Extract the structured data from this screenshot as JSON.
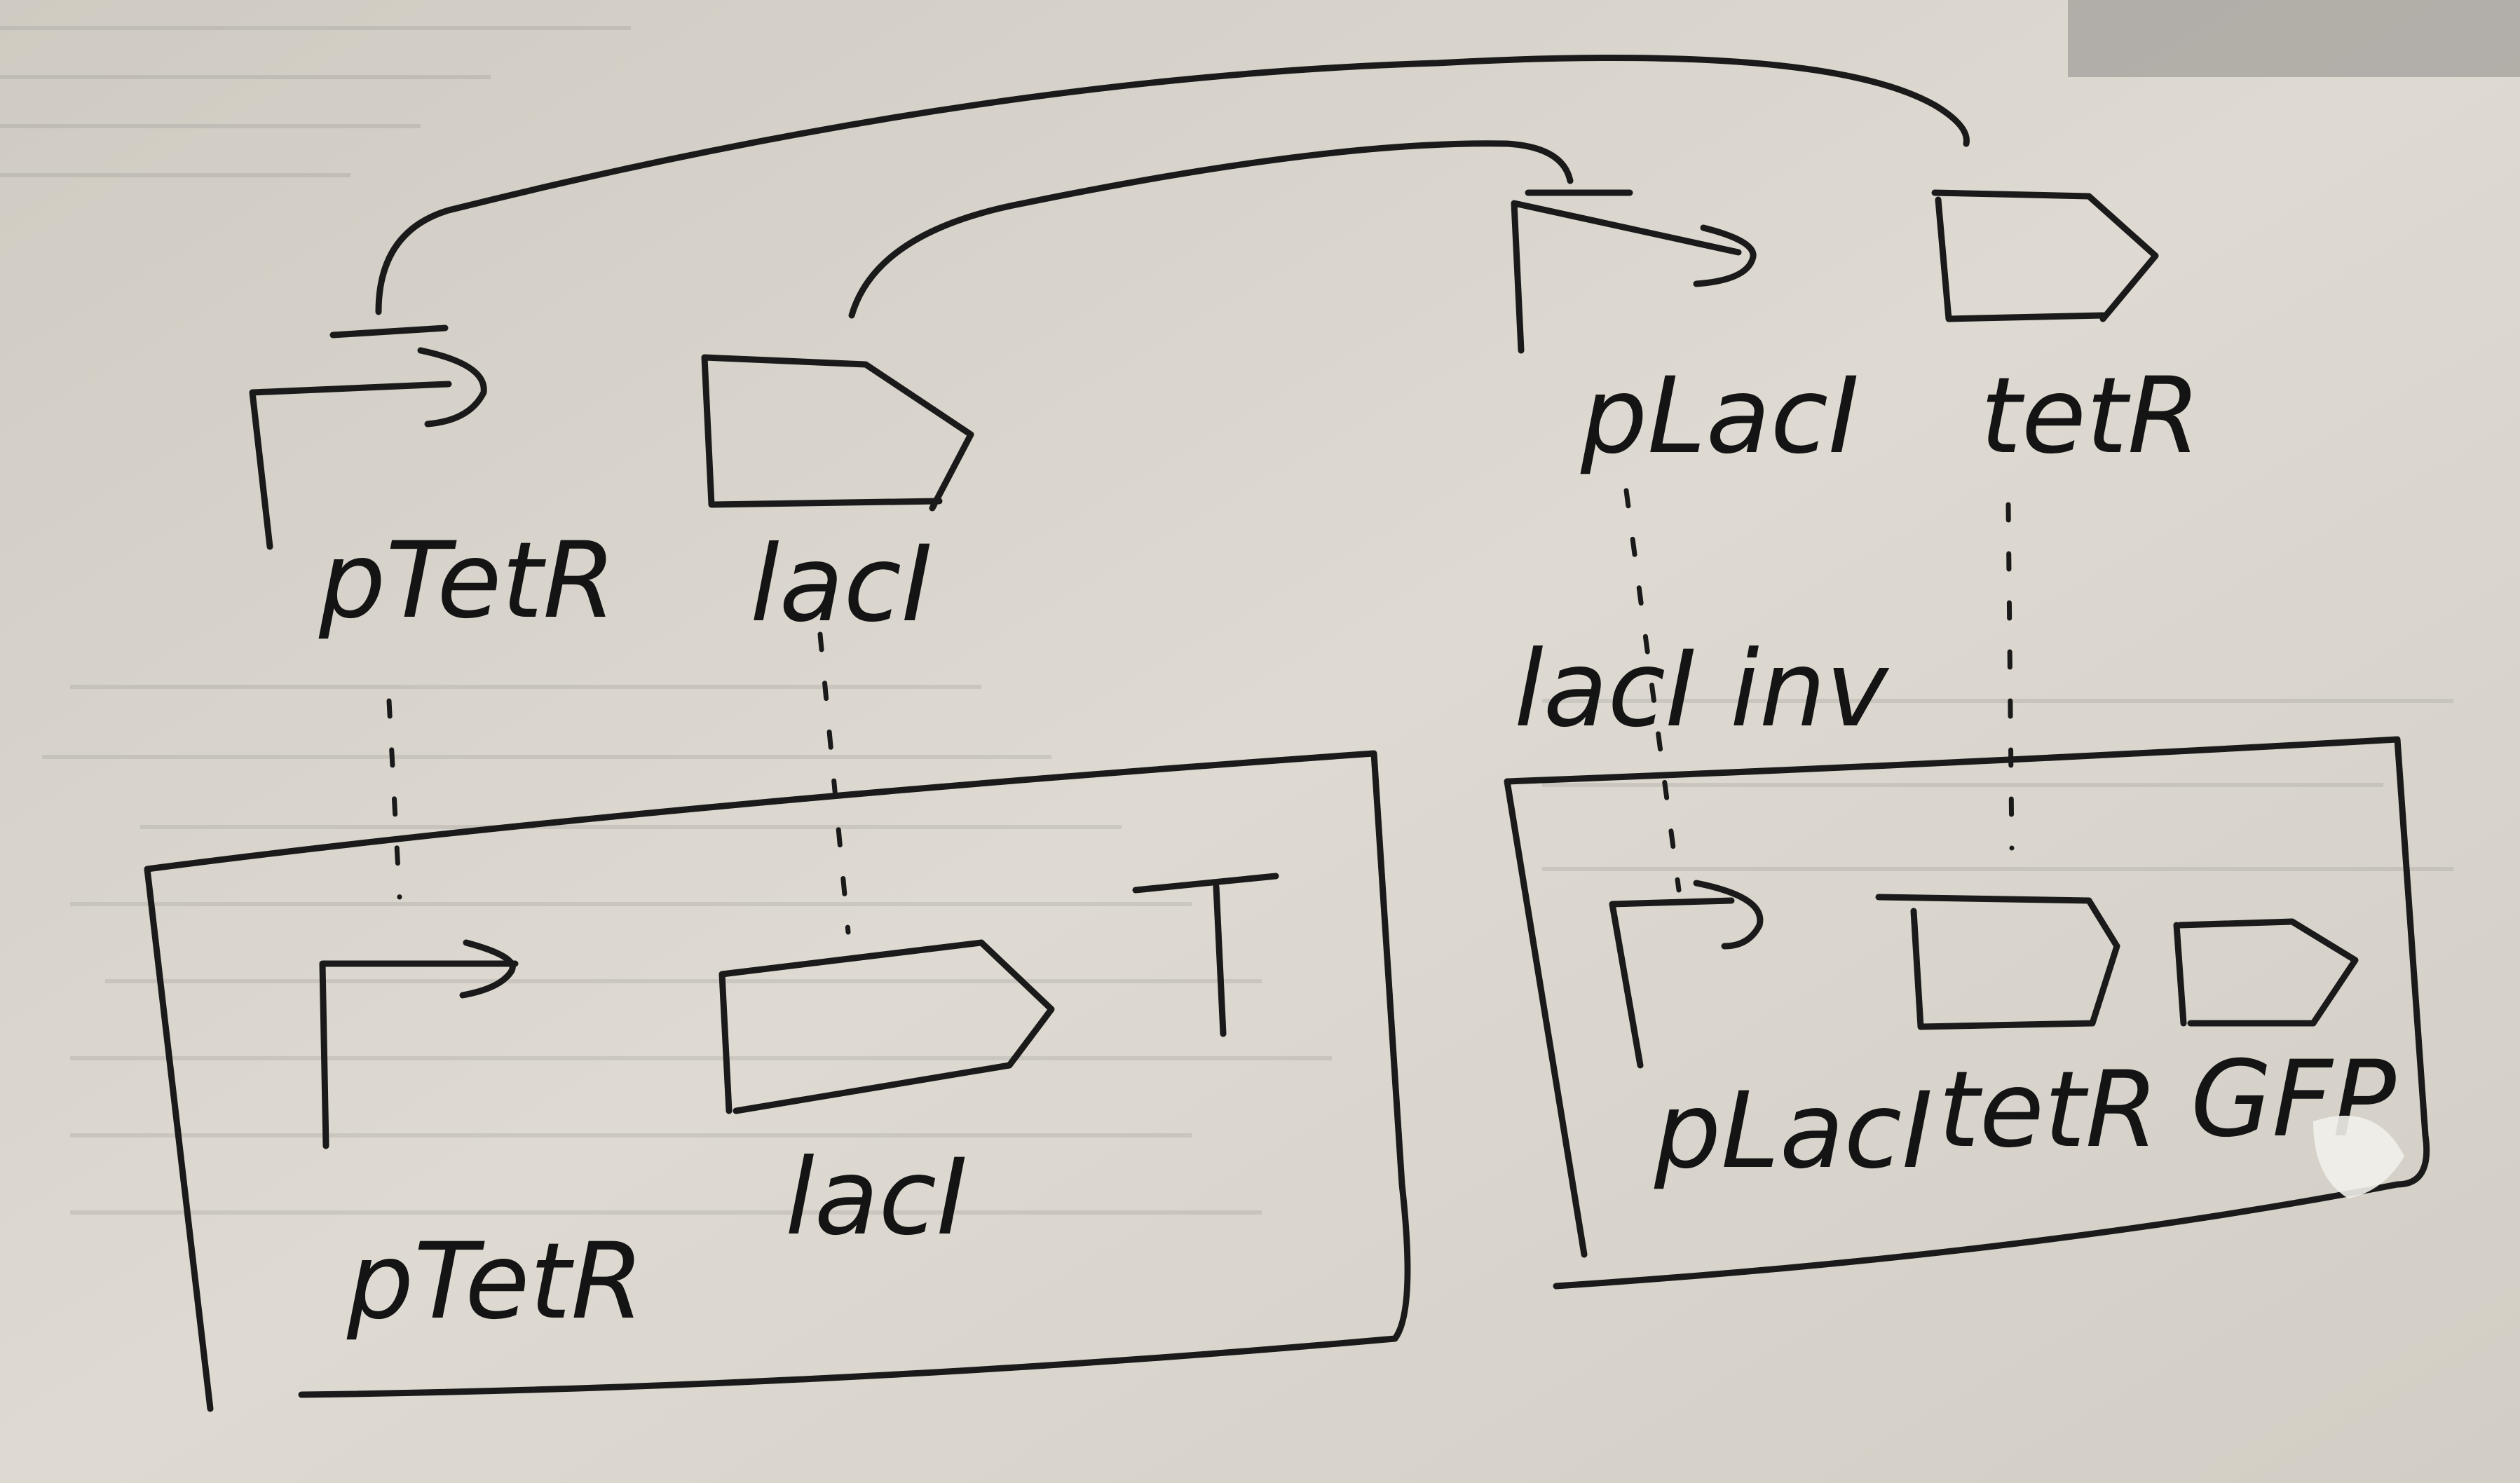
{
  "diagram": {
    "top_left": {
      "promoter_label": "pTetR",
      "gene_label": "lacI"
    },
    "top_right": {
      "promoter_label": "pLacI",
      "gene_label": "tetR"
    },
    "bottom_left_box": {
      "promoter_label": "pTetR",
      "gene_label": "lacI"
    },
    "bottom_right_box": {
      "promoter_label": "pLacI",
      "gene_label": "tetR",
      "reporter_label": "GFP"
    },
    "inverter_label": "lacI inv"
  },
  "colors": {
    "paper": "#d9d5cc",
    "ink": "#1a1a1a"
  }
}
